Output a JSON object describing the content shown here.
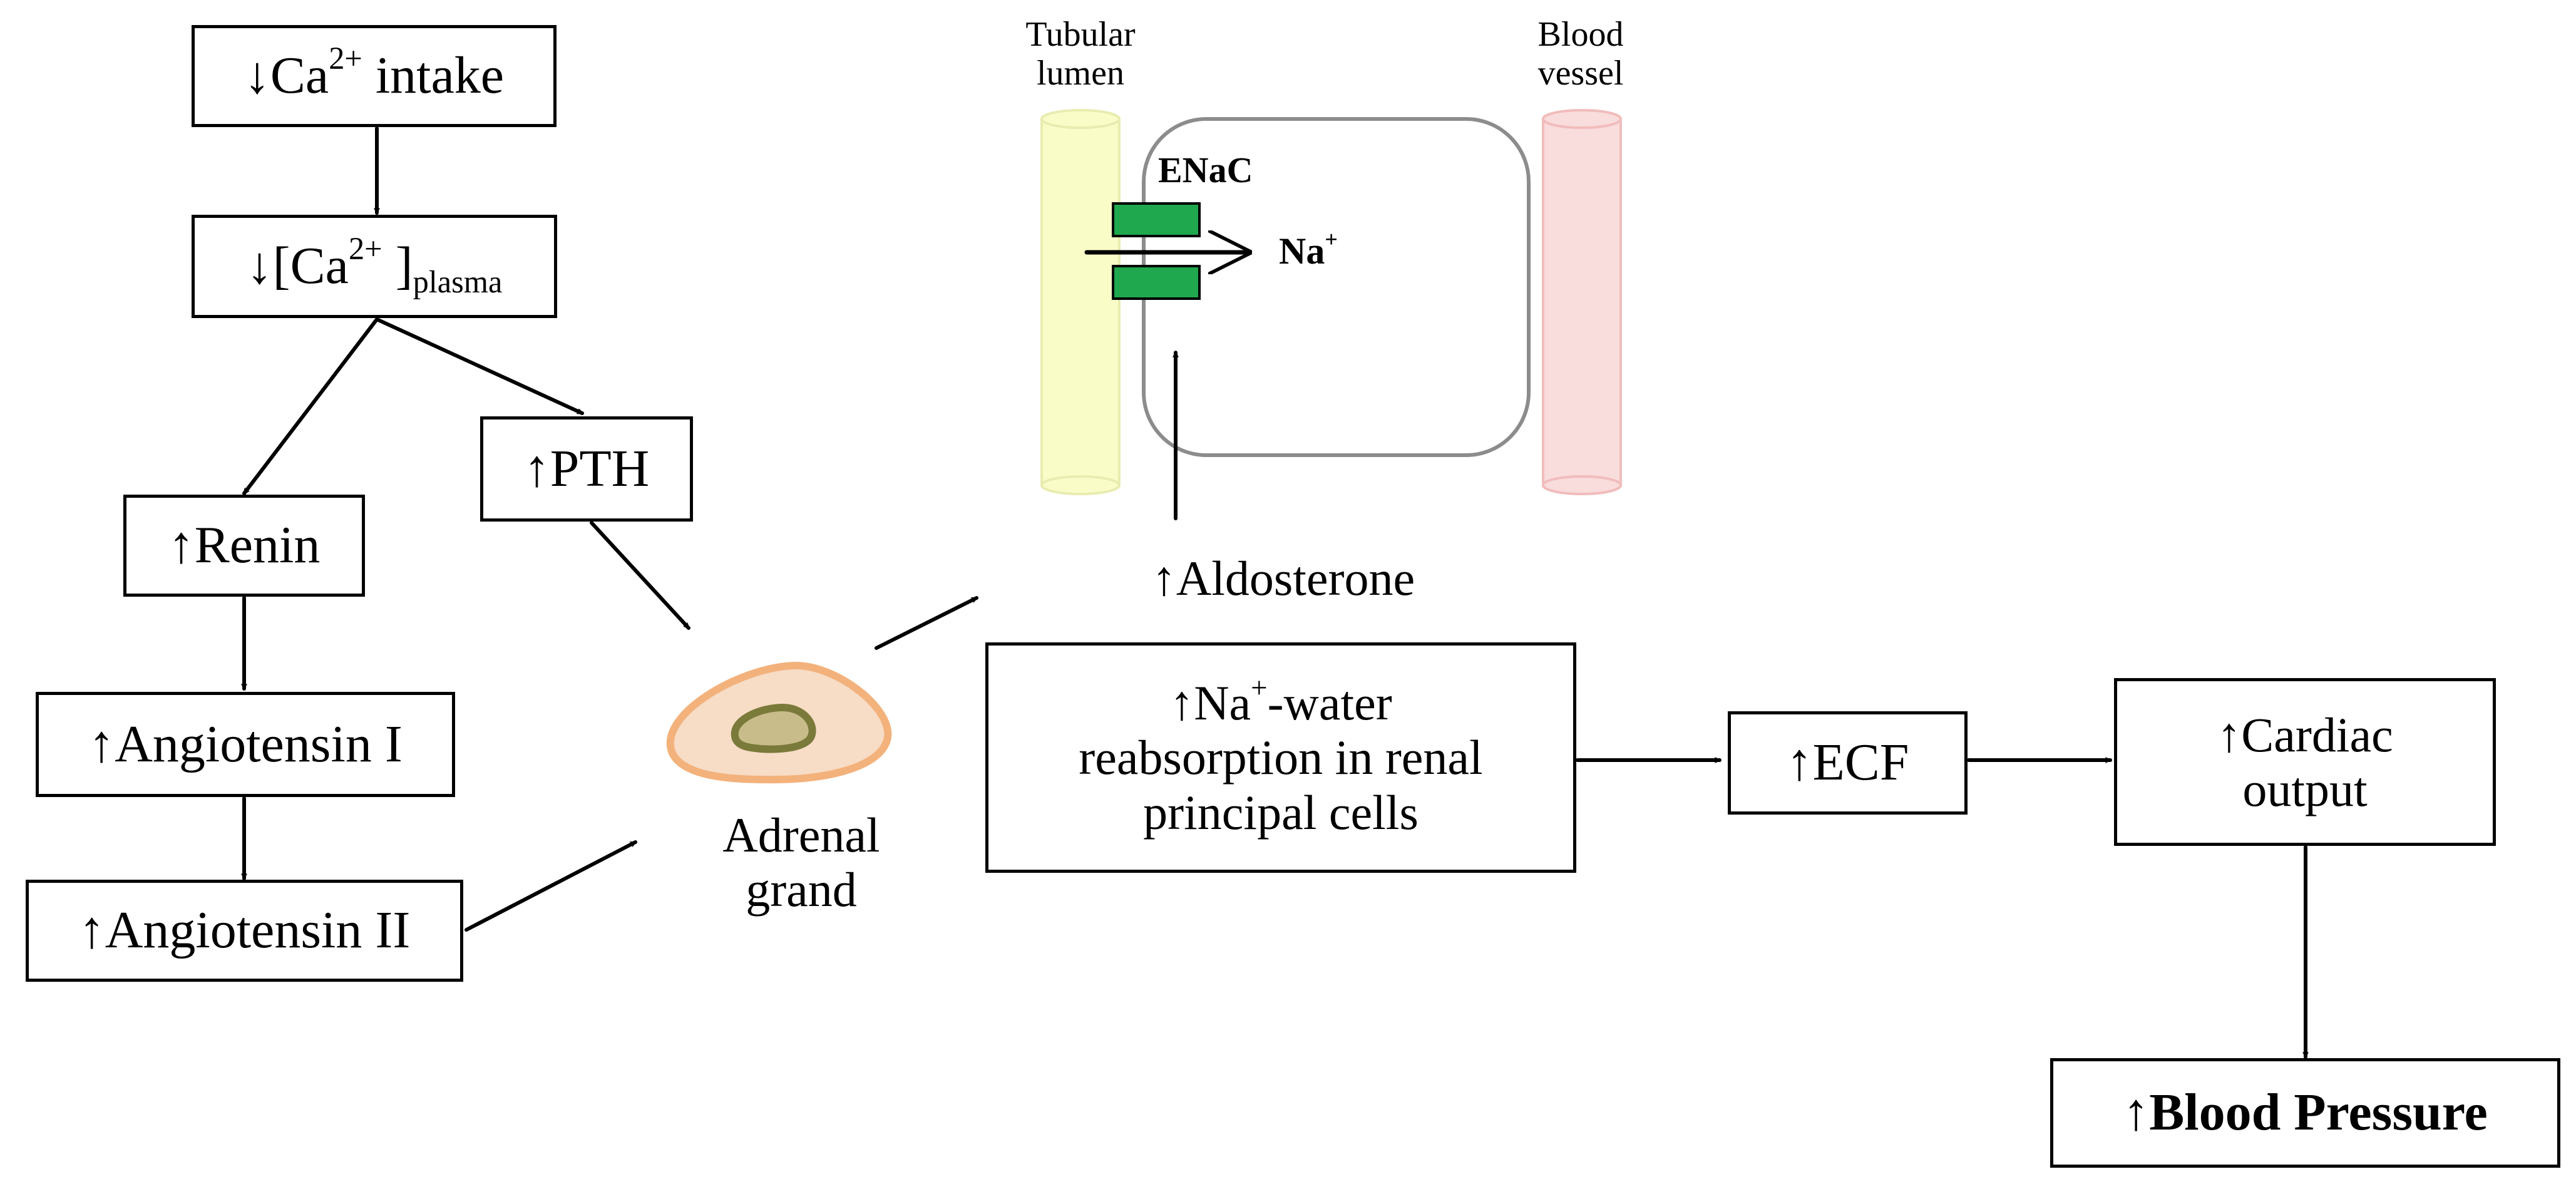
{
  "boxes": {
    "ca_intake": {
      "pre": "↓Ca",
      "sup": "2+",
      "post": " intake"
    },
    "ca_plasma": {
      "pre": "↓[Ca",
      "sup": "2+",
      "mid": " ]",
      "sub": "plasma"
    },
    "renin": "↑Renin",
    "pth": "↑PTH",
    "angiotensin_1": "↑Angiotensin I",
    "angiotensin_2": "↑Angiotensin II",
    "na_reabsorption": {
      "pre": "↑Na",
      "sup": "+",
      "post": "-water",
      "line2": "reabsorption in renal",
      "line3": "principal cells"
    },
    "ecf": "↑ECF",
    "cardiac_output": {
      "line1": "↑Cardiac",
      "line2": "output"
    },
    "blood_pressure": {
      "arrow": "↑",
      "text": "Blood Pressure"
    }
  },
  "labels": {
    "adrenal": {
      "line1": "Adrenal",
      "line2": "grand"
    },
    "aldosterone": "↑Aldosterone",
    "tubular_lumen": {
      "line1": "Tubular",
      "line2": "lumen"
    },
    "blood_vessel": {
      "line1": "Blood",
      "line2": "vessel"
    },
    "enac": "ENaC",
    "na_ion": {
      "base": "Na",
      "sup": "+"
    }
  },
  "colors": {
    "lumen_fill": "#fafcc8",
    "lumen_stroke": "#e9ecb0",
    "vessel_fill": "#f9dcdc",
    "vessel_stroke": "#f1bcbc",
    "cell_stroke": "#8c8c8c",
    "enac_fill": "#1fa84d",
    "adrenal_outer_fill": "#f7dcc6",
    "adrenal_outer_stroke": "#f3b27c",
    "adrenal_nucleus_fill": "#c8bd8a",
    "adrenal_nucleus_stroke": "#7a7a3a"
  }
}
